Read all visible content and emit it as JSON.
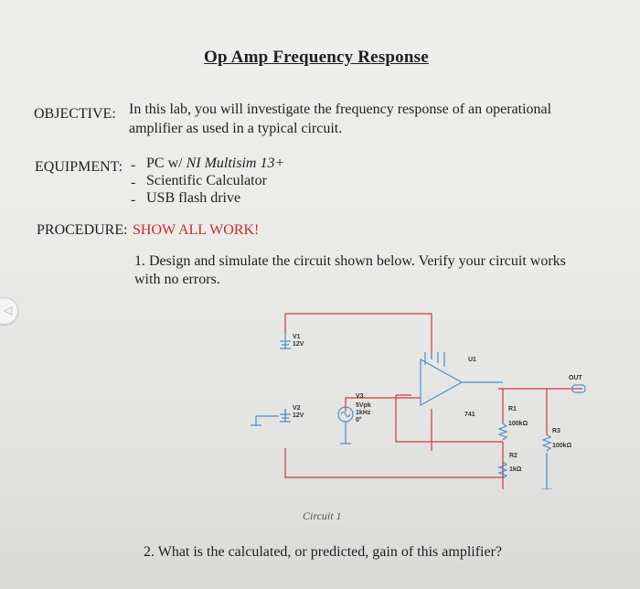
{
  "title": "Op Amp Frequency Response",
  "objective": {
    "label": "OBJECTIVE:",
    "line1": "In this lab, you will investigate the frequency response of an operational",
    "line2": "amplifier as used in a typical circuit."
  },
  "equipment": {
    "label": "EQUIPMENT:",
    "items": [
      {
        "prefix": "PC w/ ",
        "italic": "NI Multisim 13+"
      },
      {
        "prefix": "Scientific Calculator",
        "italic": ""
      },
      {
        "prefix": "USB flash drive",
        "italic": ""
      }
    ]
  },
  "procedure": {
    "label": "PROCEDURE:",
    "note": "SHOW ALL WORK!",
    "step1_line1": "1.  Design and simulate the circuit shown below.  Verify your circuit works",
    "step1_line2": "with no errors.",
    "step2": "2.  What is the calculated, or predicted, gain of this amplifier?"
  },
  "circuit": {
    "caption": "Circuit 1",
    "v1_name": "V1",
    "v1_value": "12V",
    "v2_name": "V2",
    "v2_value": "12V",
    "v3_name": "V3",
    "v3_line1": "5Vpk",
    "v3_line2": "1kHz",
    "v3_line3": "0°",
    "u1_name": "U1",
    "u1_model": "741",
    "r1_name": "R1",
    "r1_value": "100kΩ",
    "r2_name": "R2",
    "r2_value": "1kΩ",
    "r3_name": "R3",
    "r3_value": "100kΩ",
    "out_label": "OUT",
    "wire_color": "#d23a3a",
    "part_color": "#4a90c8",
    "text_color": "#333333"
  }
}
